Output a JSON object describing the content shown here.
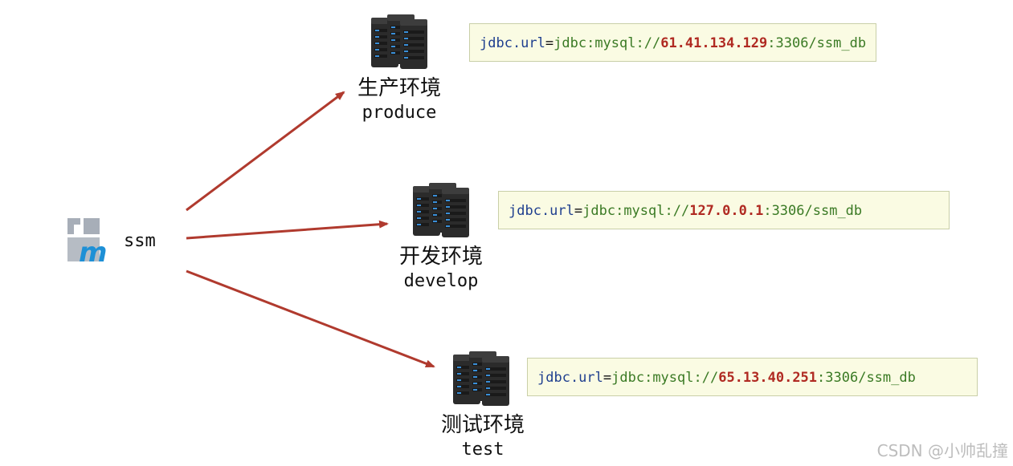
{
  "source": {
    "label": "ssm",
    "icon": "maven-m-icon"
  },
  "environments": [
    {
      "id": "produce",
      "name_zh": "生产环境",
      "name_en": "produce",
      "config": {
        "key": "jdbc.url",
        "eq": "=",
        "prefix": "jdbc:mysql://",
        "host": "61.41.134.129",
        "suffix": ":3306/ssm_db"
      }
    },
    {
      "id": "develop",
      "name_zh": "开发环境",
      "name_en": "develop",
      "config": {
        "key": "jdbc.url",
        "eq": "=",
        "prefix": "jdbc:mysql://",
        "host": "127.0.0.1",
        "suffix": ":3306/ssm_db"
      }
    },
    {
      "id": "test",
      "name_zh": "测试环境",
      "name_en": "test",
      "config": {
        "key": "jdbc.url",
        "eq": "=",
        "prefix": "jdbc:mysql://",
        "host": "65.13.40.251",
        "suffix": ":3306/ssm_db"
      }
    }
  ],
  "watermark": "CSDN @小帅乱撞",
  "colors": {
    "arrow": "#b03a2e",
    "server": "#2e2e2e",
    "server_led": "#3a8fd8",
    "maven_m": "#1e90d6",
    "maven_doc": "#a7aeb8"
  }
}
